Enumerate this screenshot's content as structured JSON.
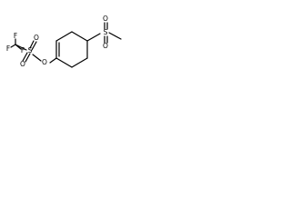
{
  "molecule": {
    "atom_labels": {
      "f_top": "F",
      "f_left": "F",
      "f_bottom": "F",
      "s_triflate": "S",
      "o_triflate_1": "O",
      "o_triflate_2": "O",
      "o_ether": "O",
      "s_sulfone": "S",
      "o_sulfone_1": "O",
      "o_sulfone_2": "O"
    },
    "colors": {
      "bond": "#000000",
      "label": "#000000",
      "background": "#ffffff"
    }
  }
}
